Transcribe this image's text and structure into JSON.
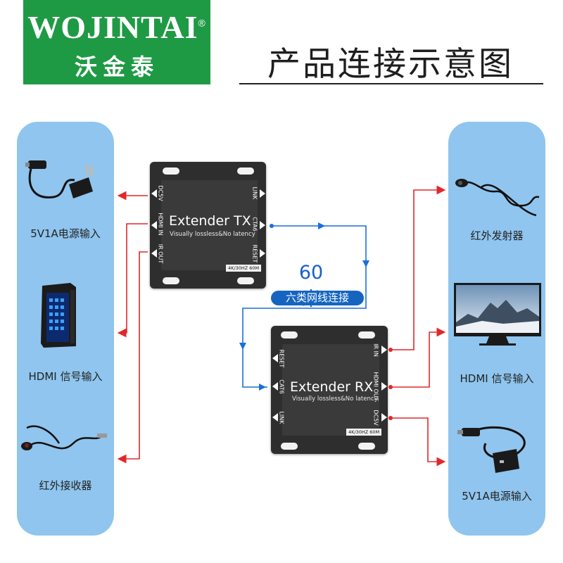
{
  "logo": {
    "brand": "WOJINTAI",
    "registered": "®",
    "cn_name": "沃金泰"
  },
  "title": "产品连接示意图",
  "transmitter": {
    "name": "Extender TX",
    "subtitle": "Visually lossless&No latency",
    "spec": "4K/30HZ 60M",
    "ports_left": [
      "DC5V",
      "HDMI IN",
      "IR OUT"
    ],
    "ports_right": [
      "LINK",
      "CTA6",
      "RESET"
    ]
  },
  "receiver": {
    "name": "Extender RX",
    "subtitle": "Visually lossless&No latency",
    "spec": "4K/30HZ 60M",
    "ports_left": [
      "RESET",
      "CAT6",
      "LINK"
    ],
    "ports_right": [
      "IR IN",
      "HDMI OUT",
      "DC5V"
    ]
  },
  "cable": {
    "distance": "60米",
    "type": "六类网线连接"
  },
  "left_items": [
    {
      "label": "5V1A电源输入",
      "icon": "power-adapter-icon"
    },
    {
      "label": "HDMI 信号输入",
      "icon": "desktop-pc-icon"
    },
    {
      "label": "红外接收器",
      "icon": "ir-receiver-icon"
    }
  ],
  "right_items": [
    {
      "label": "红外发射器",
      "icon": "ir-emitter-icon"
    },
    {
      "label": "HDMI 信号输入",
      "icon": "monitor-icon"
    },
    {
      "label": "5V1A电源输入",
      "icon": "power-adapter-icon"
    }
  ],
  "colors": {
    "brand_green": "#1f9a44",
    "panel_blue": "#8fc5ee",
    "wire_red": "#e0282c",
    "wire_blue": "#1a6fd9"
  }
}
